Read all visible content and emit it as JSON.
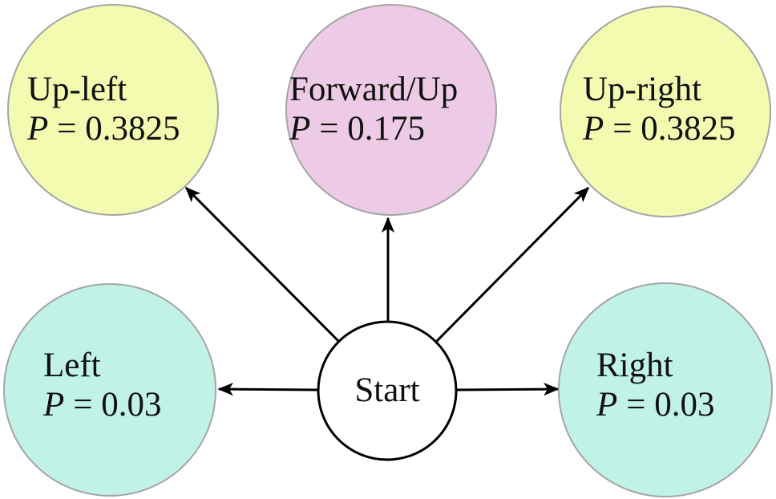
{
  "diagram": {
    "description": "State transition diagram from Start to five movement outcomes with probabilities",
    "colors": {
      "background": "#ffffff",
      "node_border": "#a5a5a5",
      "start_border": "#000000",
      "arrow": "#000000",
      "text": "#111111",
      "yellow_node": "#f2fbb0",
      "pink_node": "#edcbe6",
      "cyan_node": "#c1f2e8",
      "start_fill": "#ffffff"
    },
    "nodes": [
      {
        "id": "up-left",
        "label": "Up-left",
        "p_symbol": "P",
        "p_value": "= 0.3825",
        "probability": 0.3825,
        "fill": "#f2fbb0"
      },
      {
        "id": "forward-up",
        "label": "Forward/Up",
        "p_symbol": "P",
        "p_value": "= 0.175",
        "probability": 0.175,
        "fill": "#edcbe6"
      },
      {
        "id": "up-right",
        "label": "Up-right",
        "p_symbol": "P",
        "p_value": "= 0.3825",
        "probability": 0.3825,
        "fill": "#f2fbb0"
      },
      {
        "id": "left",
        "label": "Left",
        "p_symbol": "P",
        "p_value": "= 0.03",
        "probability": 0.03,
        "fill": "#c1f2e8"
      },
      {
        "id": "right",
        "label": "Right",
        "p_symbol": "P",
        "p_value": "= 0.03",
        "probability": 0.03,
        "fill": "#c1f2e8"
      },
      {
        "id": "start",
        "label": "Start",
        "fill": "#ffffff"
      }
    ],
    "edges": [
      {
        "from": "Start",
        "to": "Up-left"
      },
      {
        "from": "Start",
        "to": "Forward/Up"
      },
      {
        "from": "Start",
        "to": "Up-right"
      },
      {
        "from": "Start",
        "to": "Left"
      },
      {
        "from": "Start",
        "to": "Right"
      }
    ]
  }
}
